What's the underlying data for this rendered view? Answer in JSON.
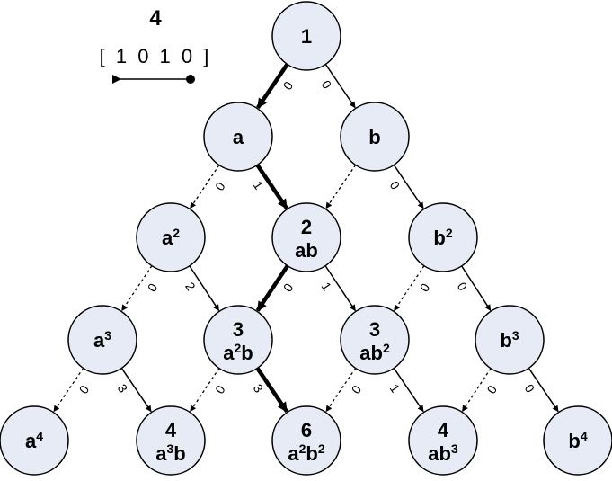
{
  "legend": {
    "number": "4",
    "vector": "[ 1 0 1 0 ]"
  },
  "nodes": [
    {
      "id": "n1",
      "lines": [
        [
          "1"
        ]
      ]
    },
    {
      "id": "a",
      "lines": [
        [
          "a"
        ]
      ]
    },
    {
      "id": "b",
      "lines": [
        [
          "b"
        ]
      ]
    },
    {
      "id": "a2",
      "lines": [
        [
          "a",
          ""
        ],
        [
          "2",
          "sup"
        ]
      ]
    },
    {
      "id": "ab",
      "lines": [
        [
          "2"
        ]
      ],
      "line2": [
        [
          "ab"
        ]
      ]
    },
    {
      "id": "b2",
      "lines": [
        [
          "b",
          ""
        ],
        [
          "2",
          "sup"
        ]
      ]
    },
    {
      "id": "a3",
      "lines": [
        [
          "a",
          ""
        ],
        [
          "3",
          "sup"
        ]
      ]
    },
    {
      "id": "a2b",
      "lines": [
        [
          "3"
        ]
      ],
      "line2": [
        [
          "a",
          ""
        ],
        [
          "2",
          "sup"
        ],
        [
          "b",
          ""
        ]
      ]
    },
    {
      "id": "ab2",
      "lines": [
        [
          "3"
        ]
      ],
      "line2": [
        [
          "ab",
          ""
        ],
        [
          "2",
          "sup"
        ]
      ]
    },
    {
      "id": "b3",
      "lines": [
        [
          "b",
          ""
        ],
        [
          "3",
          "sup"
        ]
      ]
    },
    {
      "id": "a4",
      "lines": [
        [
          "a",
          ""
        ],
        [
          "4",
          "sup"
        ]
      ]
    },
    {
      "id": "a3b",
      "lines": [
        [
          "4"
        ]
      ],
      "line2": [
        [
          "a",
          ""
        ],
        [
          "3",
          "sup"
        ],
        [
          "b",
          ""
        ]
      ]
    },
    {
      "id": "a2b2",
      "lines": [
        [
          "6"
        ]
      ],
      "line2": [
        [
          "a",
          ""
        ],
        [
          "2",
          "sup"
        ],
        [
          "b",
          ""
        ],
        [
          "2",
          "sup"
        ]
      ]
    },
    {
      "id": "ab3",
      "lines": [
        [
          "4"
        ]
      ],
      "line2": [
        [
          "ab",
          ""
        ],
        [
          "3",
          "sup"
        ]
      ]
    },
    {
      "id": "b4",
      "lines": [
        [
          "b",
          ""
        ],
        [
          "4",
          "sup"
        ]
      ]
    }
  ],
  "edges": [
    {
      "from": "n1",
      "to": "a",
      "label": "0",
      "style": "bold"
    },
    {
      "from": "n1",
      "to": "b",
      "label": "0",
      "style": "solid"
    },
    {
      "from": "a",
      "to": "a2",
      "label": "0",
      "style": "dotted"
    },
    {
      "from": "a",
      "to": "ab",
      "label": "1",
      "style": "bold"
    },
    {
      "from": "b",
      "to": "ab",
      "label": "",
      "style": "dotted"
    },
    {
      "from": "b",
      "to": "b2",
      "label": "0",
      "style": "solid"
    },
    {
      "from": "a2",
      "to": "a3",
      "label": "0",
      "style": "dotted"
    },
    {
      "from": "a2",
      "to": "a2b",
      "label": "2",
      "style": "solid"
    },
    {
      "from": "ab",
      "to": "a2b",
      "label": "0",
      "style": "bold"
    },
    {
      "from": "ab",
      "to": "ab2",
      "label": "1",
      "style": "solid"
    },
    {
      "from": "b2",
      "to": "ab2",
      "label": "0",
      "style": "dotted"
    },
    {
      "from": "b2",
      "to": "b3",
      "label": "0",
      "style": "solid"
    },
    {
      "from": "a3",
      "to": "a4",
      "label": "0",
      "style": "dotted"
    },
    {
      "from": "a3",
      "to": "a3b",
      "label": "3",
      "style": "solid"
    },
    {
      "from": "a2b",
      "to": "a3b",
      "label": "0",
      "style": "dotted"
    },
    {
      "from": "a2b",
      "to": "a2b2",
      "label": "3",
      "style": "bold"
    },
    {
      "from": "ab2",
      "to": "a2b2",
      "label": "0",
      "style": "dotted"
    },
    {
      "from": "ab2",
      "to": "ab3",
      "label": "1",
      "style": "solid"
    },
    {
      "from": "b3",
      "to": "ab3",
      "label": "0",
      "style": "dotted"
    },
    {
      "from": "b3",
      "to": "b4",
      "label": "0",
      "style": "solid"
    }
  ]
}
